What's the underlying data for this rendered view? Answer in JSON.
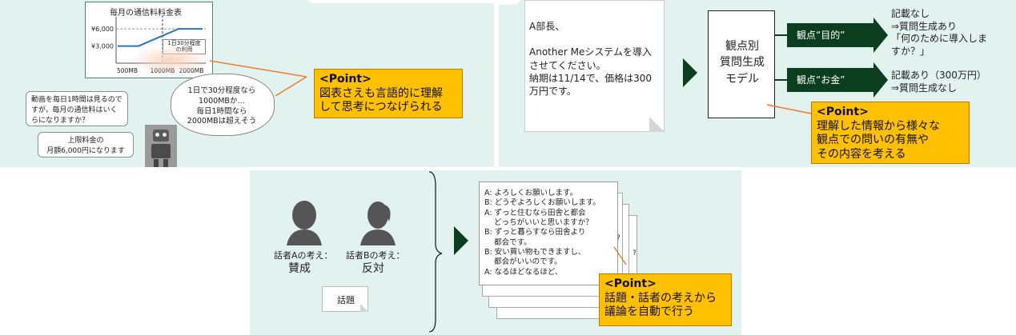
{
  "panel1": {
    "chart_data": {
      "type": "line",
      "title": "毎月の通信料料金表",
      "categories": [
        "500MB",
        "1000MB",
        "2000MB"
      ],
      "y_ticks": [
        "¥6,000",
        "¥3,000"
      ],
      "series": [
        {
          "values": [
            3000,
            3000,
            6000,
            6000
          ]
        }
      ],
      "annotation": "1日30分程度\nの利用"
    },
    "cloud_text": "1日で30分程度なら\n1000MBか…\n毎日1時間なら\n2000MBは超えそう",
    "question_text": "動画を毎日1時間は見るので\nすが，毎月の通信料はいく\nらになりますか？",
    "answer_text": "上限料金の\n月額6,000円になります",
    "point_title": "<Point>",
    "point_text": "図表さえも言語的に理解\nして思考につなげられる"
  },
  "panel2": {
    "memo_text": "A部長、\n\nAnother Meシステムを導入\nさせてください。\n納期は11/14で、価格は300\n万円です。",
    "model_label": "観点別\n質問生成\nモデル",
    "viewpoints": [
      {
        "label": "観点“目的”",
        "result": "記載なし\n⇒質問生成あり\n「何のために導入しま\nすか？」"
      },
      {
        "label": "観点“お金”",
        "result": "記載あり（300万円）\n⇒質問生成なし"
      }
    ],
    "point_title": "<Point>",
    "point_text": "理解した情報から様々な\n観点での問いの有無や\nその内容を考える"
  },
  "panel3": {
    "speaker_a_label": "話者Aの考え：",
    "speaker_a_value": "賛成",
    "speaker_b_label": "話者Bの考え：",
    "speaker_b_value": "反対",
    "topic_label": "話題",
    "dialogue": [
      "A: よろしくお願いします。",
      "B: どうぞよろしくお願いします。",
      "A: ずっと住むなら田舎と都会\n    どっちがいいと思いますか？",
      "B: ずっと暮らすなら田舎より\n    都会です。",
      "B: 安い買い物もできますし、\n    都会がいいのです。",
      "A: なるほどなるほど、"
    ],
    "back_marks": [
      "?",
      "?"
    ],
    "point_title": "<Point>",
    "point_text": "話題・話者の考えから\n議論を自動で行う"
  },
  "colors": {
    "panel_bg": "#e2f2ee",
    "point_bg": "#ffc000",
    "dark_green": "#0b3d1f",
    "line_blue": "#2e75b6",
    "connector_orange": "#ed7d31"
  }
}
